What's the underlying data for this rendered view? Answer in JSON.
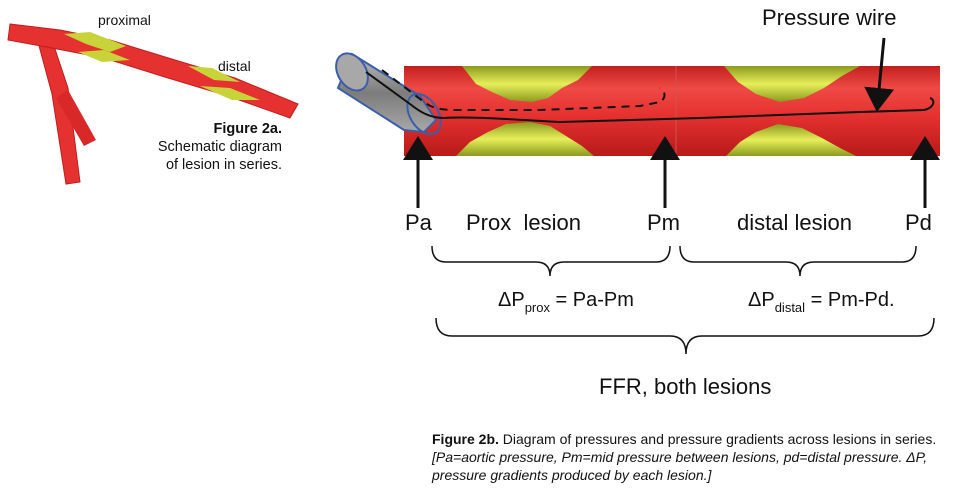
{
  "figure_a": {
    "label_proximal": "proximal",
    "label_distal": "distal",
    "caption_title": "Figure 2a.",
    "caption_line1": "Schematic diagram",
    "caption_line2": "of lesion in series."
  },
  "figure_b": {
    "pressure_wire_label": "Pressure wire",
    "pa_label": "Pa",
    "prox_lesion_label": "Prox  lesion",
    "pm_label": "Pm",
    "distal_lesion_label": "distal lesion",
    "pd_label": "Pd",
    "dp_prox_symbol": "ΔP",
    "dp_prox_sub": "prox",
    "dp_prox_formula": " = Pa-Pm",
    "dp_distal_symbol": "ΔP",
    "dp_distal_sub": "distal",
    "dp_distal_formula": " = Pm-Pd.",
    "ffr_label": "FFR, both lesions",
    "caption_title": "Figure 2b.",
    "caption_text": "  Diagram of pressures and pressure gradients across lesions in series. ",
    "caption_italic": "[Pa=aortic pressure, Pm=mid pressure between lesions, pd=distal pressure. ΔP, pressure gradients produced by each lesion.]"
  },
  "colors": {
    "vessel_red": "#e53130",
    "plaque_yellow": "#c8d33a",
    "catheter_gray": "#8a8a8a",
    "catheter_blue": "#3a5fa8"
  }
}
